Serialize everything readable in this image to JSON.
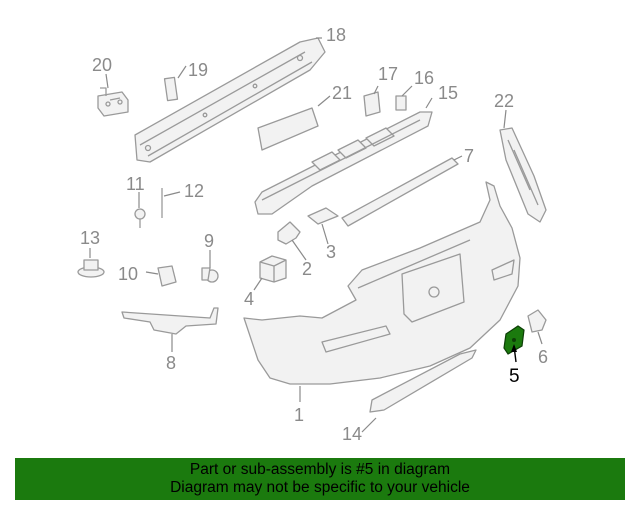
{
  "diagram": {
    "callouts": [
      {
        "id": "1",
        "label": "1"
      },
      {
        "id": "2",
        "label": "2"
      },
      {
        "id": "3",
        "label": "3"
      },
      {
        "id": "4",
        "label": "4"
      },
      {
        "id": "5",
        "label": "5"
      },
      {
        "id": "6",
        "label": "6"
      },
      {
        "id": "7",
        "label": "7"
      },
      {
        "id": "8",
        "label": "8"
      },
      {
        "id": "9",
        "label": "9"
      },
      {
        "id": "10",
        "label": "10"
      },
      {
        "id": "11",
        "label": "11"
      },
      {
        "id": "12",
        "label": "12"
      },
      {
        "id": "13",
        "label": "13"
      },
      {
        "id": "14",
        "label": "14"
      },
      {
        "id": "15",
        "label": "15"
      },
      {
        "id": "16",
        "label": "16"
      },
      {
        "id": "17",
        "label": "17"
      },
      {
        "id": "18",
        "label": "18"
      },
      {
        "id": "19",
        "label": "19"
      },
      {
        "id": "20",
        "label": "20"
      },
      {
        "id": "21",
        "label": "21"
      },
      {
        "id": "22",
        "label": "22"
      }
    ],
    "highlighted_part": "5",
    "colors": {
      "highlight_part": "#1b7a0e",
      "line": "#9a9a9a",
      "banner": "#1b7a0e"
    }
  },
  "banner": {
    "line1": "Part or sub-assembly is #5 in diagram",
    "line2": "Diagram may not be specific to your vehicle"
  }
}
